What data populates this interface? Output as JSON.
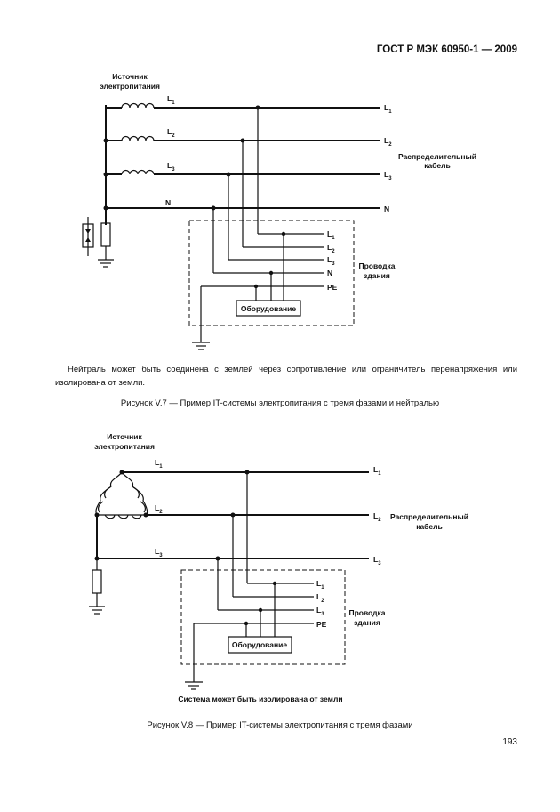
{
  "header": "ГОСТ Р МЭК 60950-1 — 2009",
  "fig7": {
    "source_label_1": "Источник",
    "source_label_2": "электропитания",
    "line_L": "L",
    "sub1": "1",
    "sub2": "2",
    "sub3": "3",
    "line_N": "N",
    "line_PE": "PE",
    "cable_label_1": "Распределительный",
    "cable_label_2": "кабель",
    "building_label_1": "Проводка",
    "building_label_2": "здания",
    "equipment": "Оборудование",
    "note": "Нейтраль может быть соединена с землей через сопротивление или ограничитель перенапряжения или изолирована от земли.",
    "caption": "Рисунок V.7 — Пример IT-системы электропитания с тремя фазами и нейтралью"
  },
  "fig8": {
    "source_label_1": "Источник",
    "source_label_2": "электропитания",
    "line_L": "L",
    "sub1": "1",
    "sub2": "2",
    "sub3": "3",
    "line_PE": "PE",
    "cable_label_1": "Распределительный",
    "cable_label_2": "кабель",
    "building_label_1": "Проводка",
    "building_label_2": "здания",
    "equipment": "Оборудование",
    "isolation_note": "Система может быть изолирована от земли",
    "caption": "Рисунок V.8 — Пример IT-системы электропитания с тремя фазами"
  },
  "page_number": "193"
}
